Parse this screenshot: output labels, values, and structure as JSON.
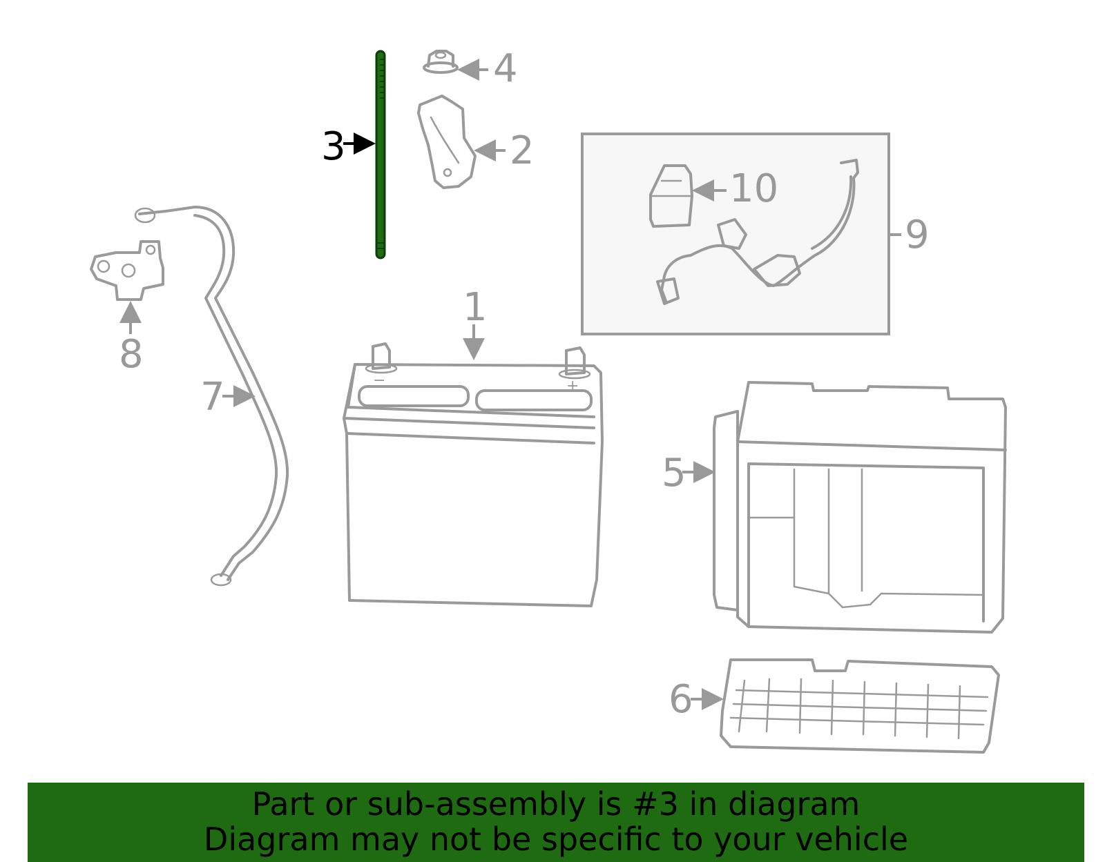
{
  "callouts": {
    "c1": "1",
    "c2": "2",
    "c3": "3",
    "c4": "4",
    "c5": "5",
    "c6": "6",
    "c7": "7",
    "c8": "8",
    "c9": "9",
    "c10": "10"
  },
  "highlighted_part": "3",
  "colors": {
    "highlight_part": "#1e6b12",
    "line_art": "#9a9a9a",
    "subassembly_box_fill": "#f7f7f7",
    "banner_background": "#1e6b12",
    "banner_text": "#000000"
  },
  "footer": {
    "line1": "Part or sub-assembly is #3 in diagram",
    "line2": "Diagram may not be specific to your vehicle"
  }
}
